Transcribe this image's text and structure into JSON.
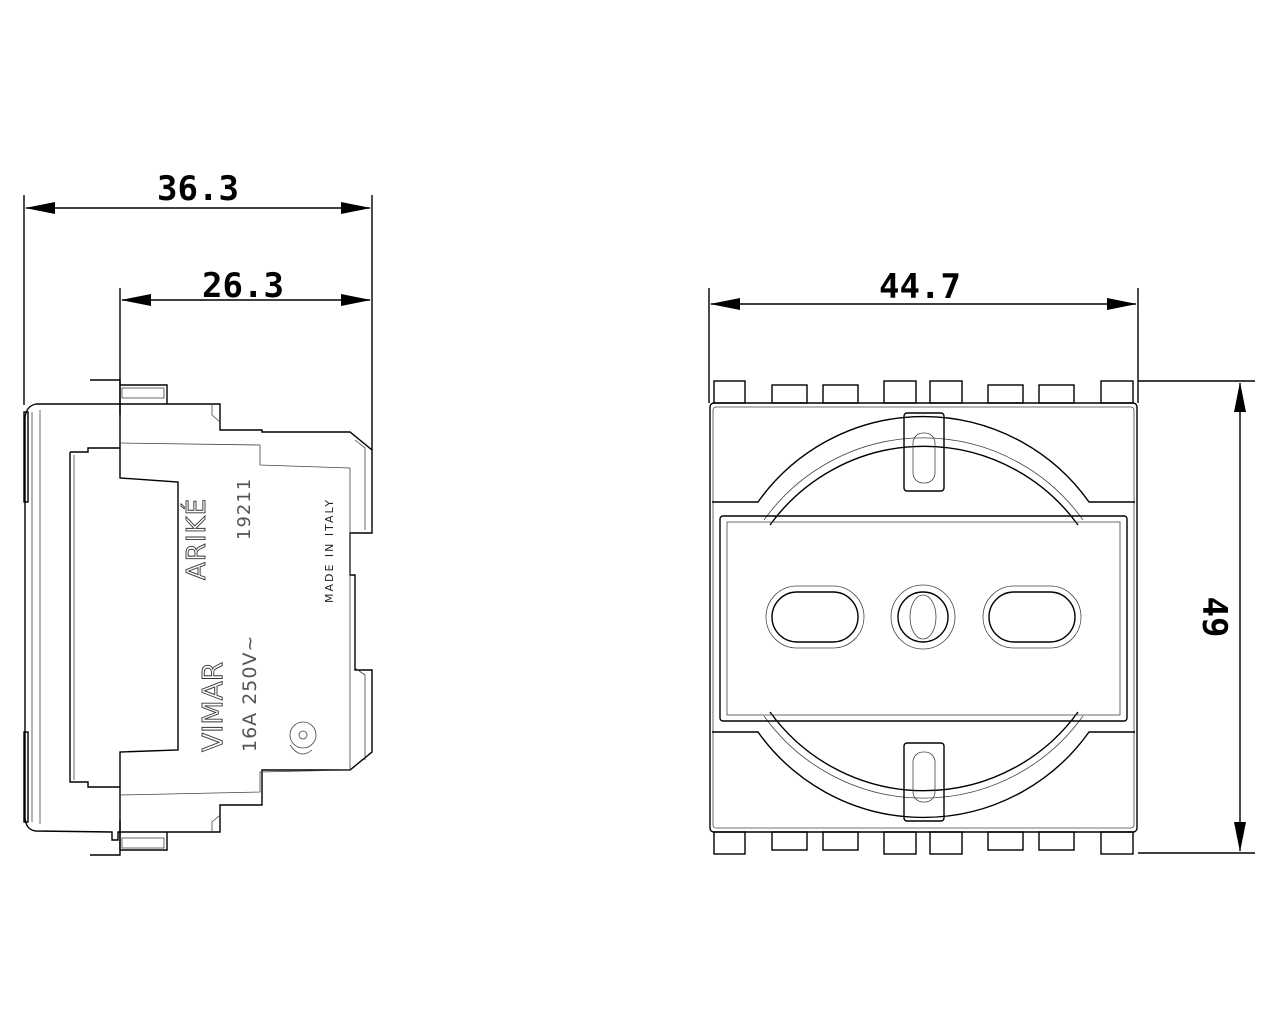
{
  "dimensions": {
    "total_depth": "36.3",
    "body_depth": "26.3",
    "width": "44.7",
    "height": "49"
  },
  "markings": {
    "series": "ARIKÉ",
    "code": "19211",
    "brand": "VIMAR",
    "rating": "16A 250V~",
    "origin": "MADE IN ITALY"
  }
}
